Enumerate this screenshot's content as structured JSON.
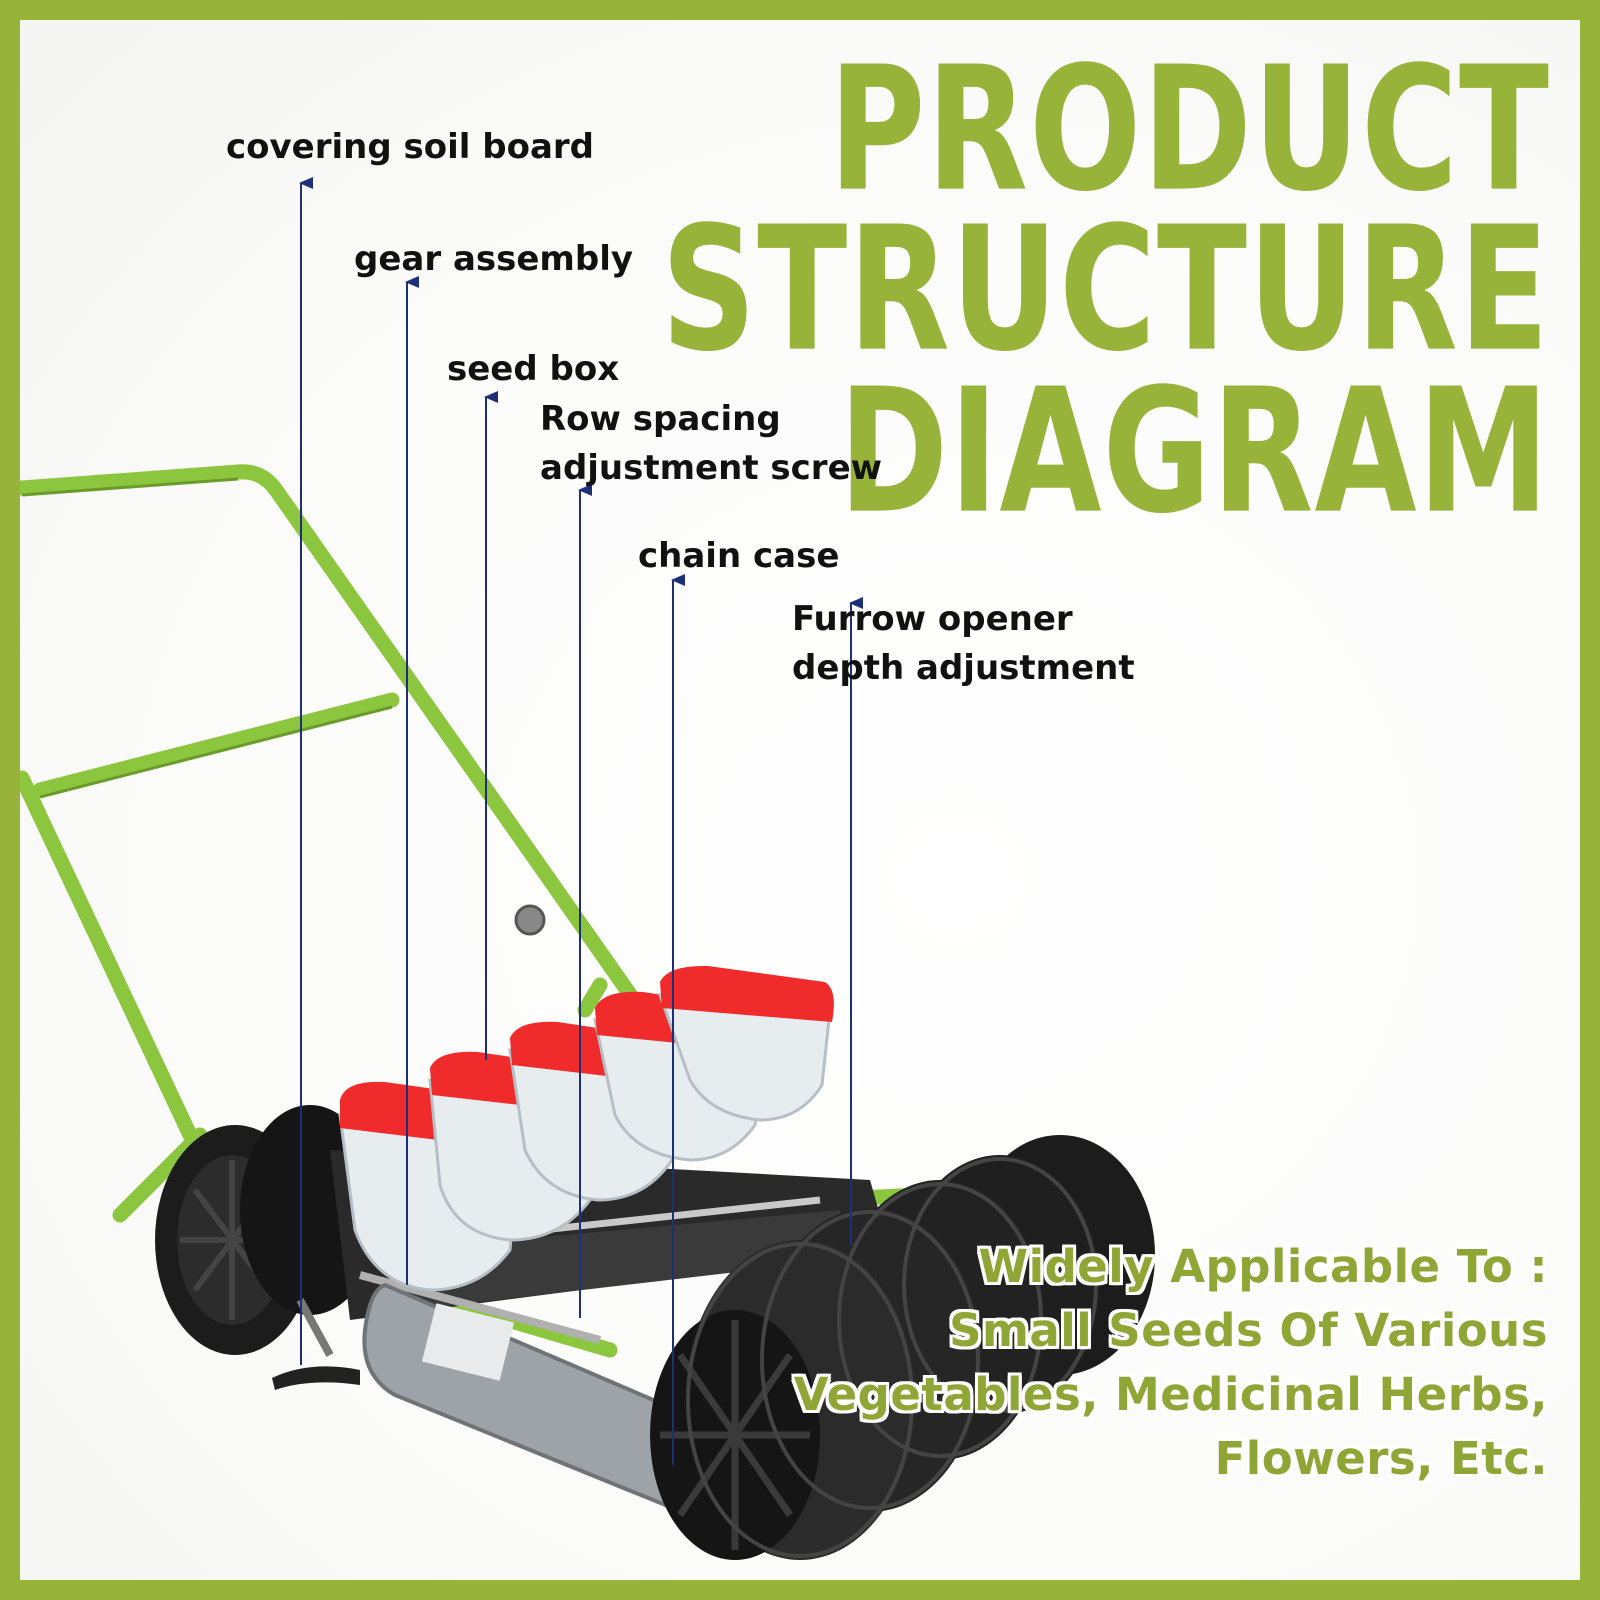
{
  "title": {
    "line1": "PRODUCT",
    "line2": "STRUCTURE",
    "line3": "DIAGRAM"
  },
  "labels": {
    "covering_soil_board": "covering soil board",
    "gear_assembly": "gear assembly",
    "seed_box": "seed box",
    "row_spacing_1": "Row spacing",
    "row_spacing_2": "adjustment screw",
    "chain_case": "chain case",
    "furrow_1": "Furrow opener",
    "furrow_2": "depth adjustment"
  },
  "applicable": {
    "line1": "Widely Applicable To :",
    "line2": "Small Seeds Of Various",
    "line3": "Vegetables, Medicinal Herbs,",
    "line4": "Flowers, Etc."
  },
  "colors": {
    "accent_green": "#98b33a",
    "frame_green": "#8cc63f",
    "hopper_lid_red": "#ef2b2b",
    "wheel_black": "#1c1c1c",
    "arrow_navy": "#1e2f7a"
  }
}
